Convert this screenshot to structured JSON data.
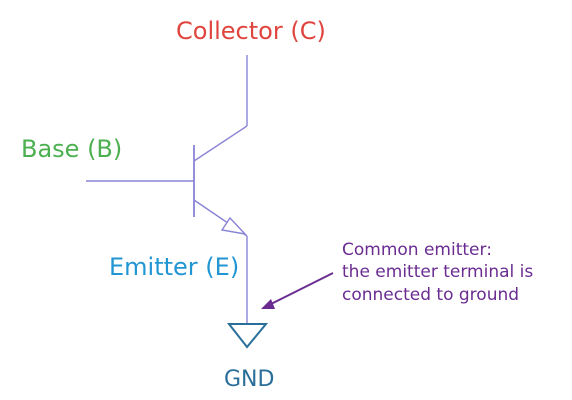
{
  "labels": {
    "collector": "Collector (C)",
    "base": "Base (B)",
    "emitter": "Emitter (E)",
    "ground": "GND"
  },
  "annotation": {
    "lines": [
      "Common emitter:",
      "the emitter terminal is",
      "connected to ground"
    ]
  },
  "colors": {
    "collector": "#e0443e",
    "base": "#4caf50",
    "emitter": "#2196d3",
    "ground": "#2a6f9a",
    "annotation": "#6a2c91",
    "wire": "#8a84d6"
  }
}
